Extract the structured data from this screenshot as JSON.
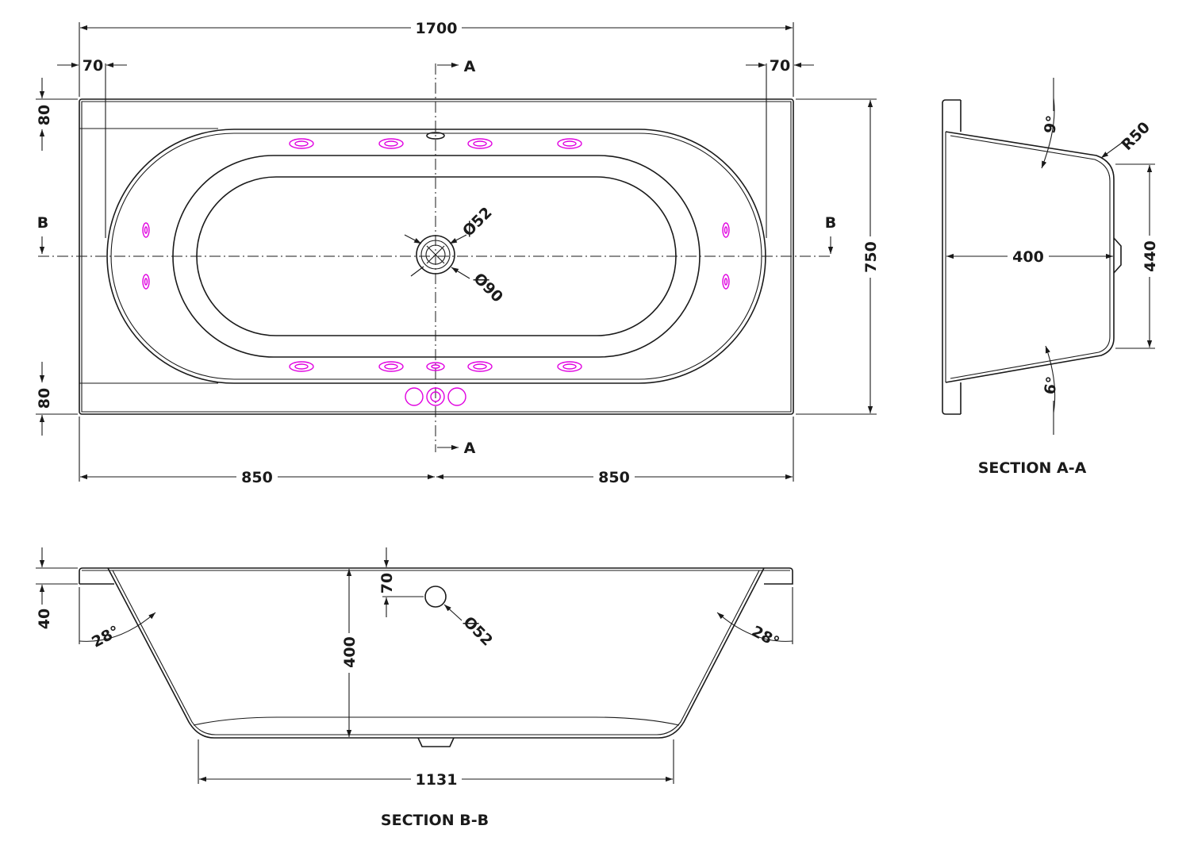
{
  "plan": {
    "overall_length": "1700",
    "left_rim": "70",
    "right_rim": "70",
    "top_rim": "80",
    "bottom_rim": "80",
    "overall_width": "750",
    "half_left": "850",
    "half_right": "850",
    "waste_diameter": "Ø52",
    "waste_outer_diameter": "Ø90",
    "section_a_top": "A",
    "section_a_bottom": "A",
    "section_b_left": "B",
    "section_b_right": "B",
    "accent_color": "#e000e0"
  },
  "section_aa": {
    "title": "SECTION A-A",
    "depth": "400",
    "height": "440",
    "radius": "R50",
    "top_angle": "9°",
    "bottom_angle": "6°"
  },
  "section_bb": {
    "title": "SECTION B-B",
    "rim_thickness": "40",
    "overflow_offset": "70",
    "depth": "400",
    "overflow_diameter": "Ø52",
    "base_length": "1131",
    "left_angle": "28°",
    "right_angle": "28°"
  }
}
